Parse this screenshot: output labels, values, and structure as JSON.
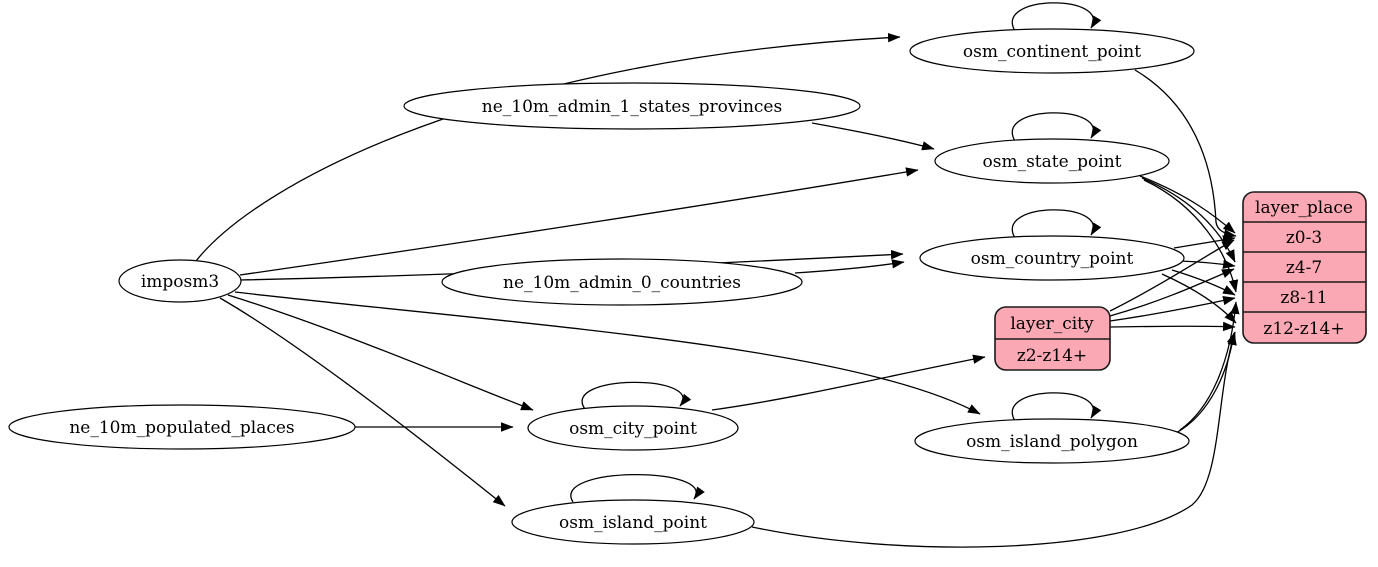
{
  "diagram": {
    "type": "etl-graph",
    "background": "#ffffff"
  },
  "colors": {
    "record_fill": "#F9A8B4",
    "record_stroke": "#1a1a1a",
    "node_fill": "#ffffff",
    "edge": "#000000",
    "text": "#000000"
  },
  "nodes": {
    "imposm3": {
      "label": "imposm3",
      "shape": "ellipse"
    },
    "ne_10m_admin_1_states_provinces": {
      "label": "ne_10m_admin_1_states_provinces",
      "shape": "ellipse"
    },
    "ne_10m_admin_0_countries": {
      "label": "ne_10m_admin_0_countries",
      "shape": "ellipse"
    },
    "ne_10m_populated_places": {
      "label": "ne_10m_populated_places",
      "shape": "ellipse"
    },
    "osm_continent_point": {
      "label": "osm_continent_point",
      "shape": "ellipse"
    },
    "osm_state_point": {
      "label": "osm_state_point",
      "shape": "ellipse"
    },
    "osm_country_point": {
      "label": "osm_country_point",
      "shape": "ellipse"
    },
    "osm_city_point": {
      "label": "osm_city_point",
      "shape": "ellipse"
    },
    "osm_island_polygon": {
      "label": "osm_island_polygon",
      "shape": "ellipse"
    },
    "osm_island_point": {
      "label": "osm_island_point",
      "shape": "ellipse"
    }
  },
  "records": {
    "layer_city": {
      "title": "layer_city",
      "rows": [
        "z2-z14+"
      ]
    },
    "layer_place": {
      "title": "layer_place",
      "rows": [
        "z0-3",
        "z4-7",
        "z8-11",
        "z12-z14+"
      ]
    }
  },
  "edges": [
    {
      "from": "imposm3",
      "to": "osm_continent_point"
    },
    {
      "from": "imposm3",
      "to": "osm_state_point"
    },
    {
      "from": "imposm3",
      "to": "osm_country_point"
    },
    {
      "from": "imposm3",
      "to": "osm_city_point"
    },
    {
      "from": "imposm3",
      "to": "osm_island_polygon"
    },
    {
      "from": "imposm3",
      "to": "osm_island_point"
    },
    {
      "from": "ne_10m_admin_1_states_provinces",
      "to": "osm_state_point"
    },
    {
      "from": "ne_10m_admin_0_countries",
      "to": "osm_country_point"
    },
    {
      "from": "ne_10m_populated_places",
      "to": "osm_city_point"
    },
    {
      "from": "osm_continent_point",
      "to": "osm_continent_point"
    },
    {
      "from": "osm_state_point",
      "to": "osm_state_point"
    },
    {
      "from": "osm_country_point",
      "to": "osm_country_point"
    },
    {
      "from": "osm_city_point",
      "to": "osm_city_point"
    },
    {
      "from": "osm_island_polygon",
      "to": "osm_island_polygon"
    },
    {
      "from": "osm_island_point",
      "to": "osm_island_point"
    },
    {
      "from": "osm_continent_point",
      "to": "layer_place:z0-3"
    },
    {
      "from": "osm_state_point",
      "to": "layer_place:z0-3"
    },
    {
      "from": "osm_state_point",
      "to": "layer_place:z4-7"
    },
    {
      "from": "osm_state_point",
      "to": "layer_place:z8-11"
    },
    {
      "from": "osm_country_point",
      "to": "layer_place:z0-3"
    },
    {
      "from": "osm_country_point",
      "to": "layer_place:z4-7"
    },
    {
      "from": "osm_country_point",
      "to": "layer_place:z8-11"
    },
    {
      "from": "osm_country_point",
      "to": "layer_place:z12-z14+"
    },
    {
      "from": "osm_city_point",
      "to": "layer_city:z2-z14+"
    },
    {
      "from": "layer_city",
      "to": "layer_place:z0-3"
    },
    {
      "from": "layer_city",
      "to": "layer_place:z4-7"
    },
    {
      "from": "layer_city",
      "to": "layer_place:z8-11"
    },
    {
      "from": "layer_city",
      "to": "layer_place:z12-z14+"
    },
    {
      "from": "osm_island_polygon",
      "to": "layer_place:z8-11"
    },
    {
      "from": "osm_island_polygon",
      "to": "layer_place:z12-z14+"
    },
    {
      "from": "osm_island_point",
      "to": "layer_place:z12-z14+"
    }
  ]
}
